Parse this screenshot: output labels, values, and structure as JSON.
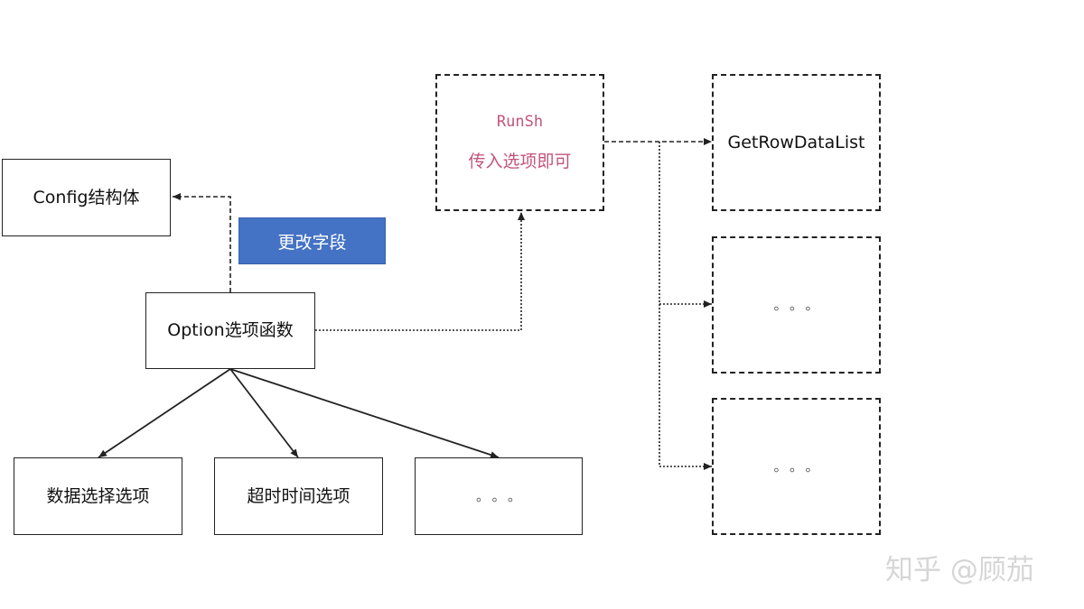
{
  "config_box": {
    "label": "Config结构体"
  },
  "change_field_label": {
    "label": "更改字段"
  },
  "option_box": {
    "label": "Option选项函数"
  },
  "runsh_box": {
    "code": "RunSh",
    "text": "传入选项即可"
  },
  "getrow_box": {
    "label": "GetRowDataList"
  },
  "ellipsis_right_1": {
    "label": "。。。"
  },
  "ellipsis_right_2": {
    "label": "。。。"
  },
  "bottom_boxes": [
    {
      "label": "数据选择选项"
    },
    {
      "label": "超时时间选项"
    },
    {
      "label": "。。。"
    }
  ],
  "watermark": {
    "text": "知乎 @顾茄"
  },
  "colors": {
    "accent_blue": "#4472c4",
    "runsh_pink": "#c2557a"
  }
}
